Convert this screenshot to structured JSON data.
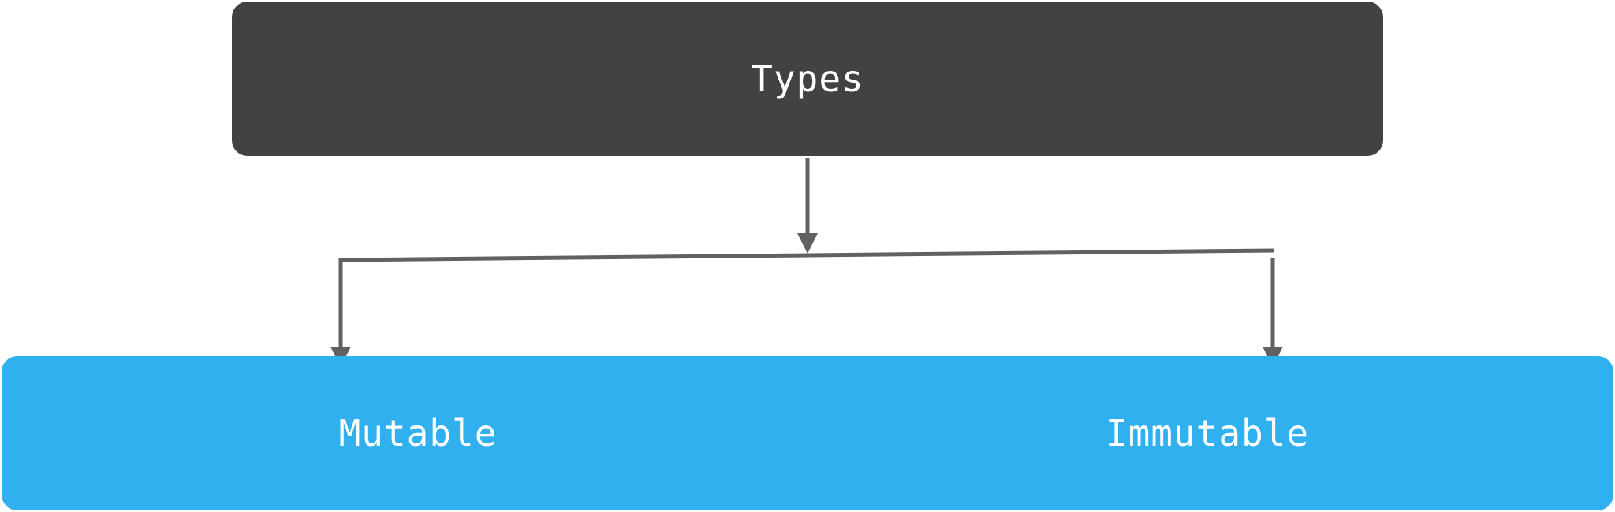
{
  "diagram": {
    "root": {
      "label": "Types"
    },
    "children": [
      {
        "label": "Mutable"
      },
      {
        "label": "Immutable"
      }
    ],
    "colors": {
      "root_fill": "#424242",
      "child_fill": "#31b0f0",
      "connector": "#616161",
      "text": "#ffffff"
    }
  }
}
